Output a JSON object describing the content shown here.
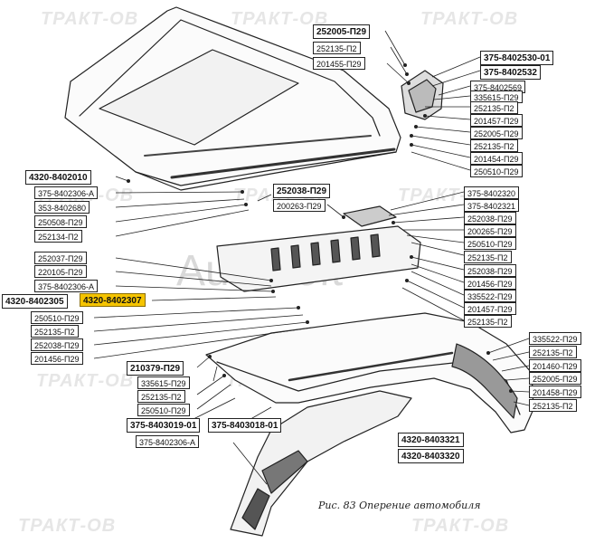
{
  "watermark": {
    "brand": "ТРАКТ-ОВ",
    "overlay": "AutoSoft"
  },
  "caption": "Рис. 83   Оперение автомобиля",
  "labels": {
    "l01": "252005-П29",
    "l02": "252135-П2",
    "l03": "201455-П29",
    "l04": "375-8402530-01",
    "l05": "375-8402532",
    "l06": "375-8402569",
    "l07": "335615-П29",
    "l08": "252135-П2",
    "l09": "201457-П29",
    "l10": "252005-П29",
    "l11": "252135-П2",
    "l12": "201454-П29",
    "l13": "250510-П29",
    "l14": "4320-8402010",
    "l15": "375-8402306-А",
    "l16": "353-8402680",
    "l17": "250508-П29",
    "l18": "252134-П2",
    "l19": "252038-П29",
    "l20": "200263-П29",
    "l21": "375-8402320",
    "l22": "375-8402321",
    "l23": "252038-П29",
    "l24": "200265-П29",
    "l25": "250510-П29",
    "l26": "252135-П2",
    "l27": "252038-П29",
    "l28": "201456-П29",
    "l29": "335522-П29",
    "l30": "201457-П29",
    "l31": "252135-П2",
    "l32": "252037-П29",
    "l33": "220105-П29",
    "l34": "375-8402306-А",
    "l35": "4320-8402305",
    "l36": "4320-8402307",
    "l37": "250510-П29",
    "l38": "252135-П2",
    "l39": "252038-П29",
    "l40": "201456-П29",
    "l41": "335522-П29",
    "l42": "252135-П2",
    "l43": "201460-П29",
    "l44": "252005-П29",
    "l45": "201458-П29",
    "l46": "252135-П2",
    "l47": "210379-П29",
    "l48": "335615-П29",
    "l49": "252135-П2",
    "l50": "250510-П29",
    "l51": "375-8403019-01",
    "l52": "375-8403018-01",
    "l53": "375-8402306-А",
    "l54": "4320-8403321",
    "l55": "4320-8403320"
  },
  "colors": {
    "highlight": "#f5c400",
    "line": "#222222",
    "watermark": "#e6e6e6"
  }
}
